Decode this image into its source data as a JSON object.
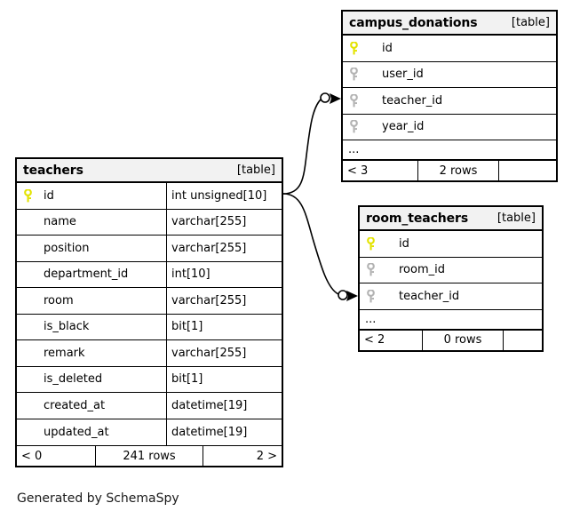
{
  "diagram": {
    "caption": "Generated by SchemaSpy",
    "kind_label": "[table]",
    "ellipsis": "...",
    "colors": {
      "primary_key": "#e3e300",
      "foreign_key": "#b3b3b3",
      "border": "#000000",
      "header_bg": "#f2f2f2",
      "background": "#ffffff"
    }
  },
  "tables": {
    "teachers": {
      "name": "teachers",
      "kind": "[table]",
      "columns": [
        {
          "key": "primary-key-icon",
          "name": "id",
          "type": "int unsigned[10]"
        },
        {
          "key": "none",
          "name": "name",
          "type": "varchar[255]"
        },
        {
          "key": "none",
          "name": "position",
          "type": "varchar[255]"
        },
        {
          "key": "none",
          "name": "department_id",
          "type": "int[10]"
        },
        {
          "key": "none",
          "name": "room",
          "type": "varchar[255]"
        },
        {
          "key": "none",
          "name": "is_black",
          "type": "bit[1]"
        },
        {
          "key": "none",
          "name": "remark",
          "type": "varchar[255]"
        },
        {
          "key": "none",
          "name": "is_deleted",
          "type": "bit[1]"
        },
        {
          "key": "none",
          "name": "created_at",
          "type": "datetime[19]"
        },
        {
          "key": "none",
          "name": "updated_at",
          "type": "datetime[19]"
        }
      ],
      "footer": {
        "prev": "< 0",
        "rows": "241 rows",
        "next": "2 >"
      }
    },
    "campus_donations": {
      "name": "campus_donations",
      "kind": "[table]",
      "columns": [
        {
          "key": "primary-key-icon",
          "name": "id"
        },
        {
          "key": "foreign-key-icon",
          "name": "user_id"
        },
        {
          "key": "foreign-key-icon",
          "name": "teacher_id"
        },
        {
          "key": "foreign-key-icon",
          "name": "year_id"
        }
      ],
      "more": "...",
      "footer": {
        "prev": "< 3",
        "rows": "2 rows",
        "next": ""
      }
    },
    "room_teachers": {
      "name": "room_teachers",
      "kind": "[table]",
      "columns": [
        {
          "key": "primary-key-icon",
          "name": "id"
        },
        {
          "key": "foreign-key-icon",
          "name": "room_id"
        },
        {
          "key": "foreign-key-icon",
          "name": "teacher_id"
        }
      ],
      "more": "...",
      "footer": {
        "prev": "< 2",
        "rows": "0 rows",
        "next": ""
      }
    }
  },
  "relationships": [
    {
      "from": "teachers.id",
      "to": "campus_donations.teacher_id"
    },
    {
      "from": "teachers.id",
      "to": "room_teachers.teacher_id"
    }
  ]
}
